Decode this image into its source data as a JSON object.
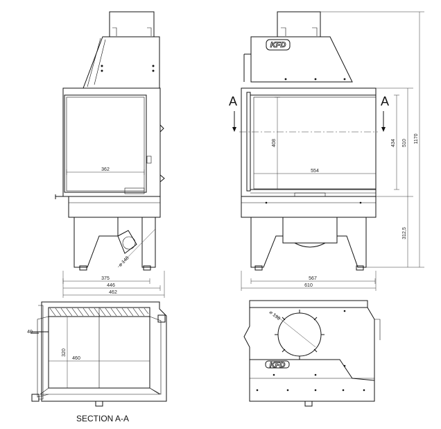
{
  "section_label": "A",
  "section_title": "SECTION A-A",
  "brand_logo": "KFD",
  "dimensions": {
    "front_inner_width": "362",
    "front_width_375": "375",
    "front_width_446": "446",
    "front_width_462": "462",
    "flue_diameter": "⌀ 148",
    "side_window_height": "408",
    "side_window_width": "554",
    "side_inner_height": "434",
    "side_glass_height": "510",
    "total_height": "1170",
    "base_height": "312,5",
    "side_width_567": "567",
    "side_width_610": "610",
    "plan_offset": "40",
    "plan_depth": "320",
    "plan_width": "460",
    "top_flue_diameter": "⌀ 198"
  }
}
